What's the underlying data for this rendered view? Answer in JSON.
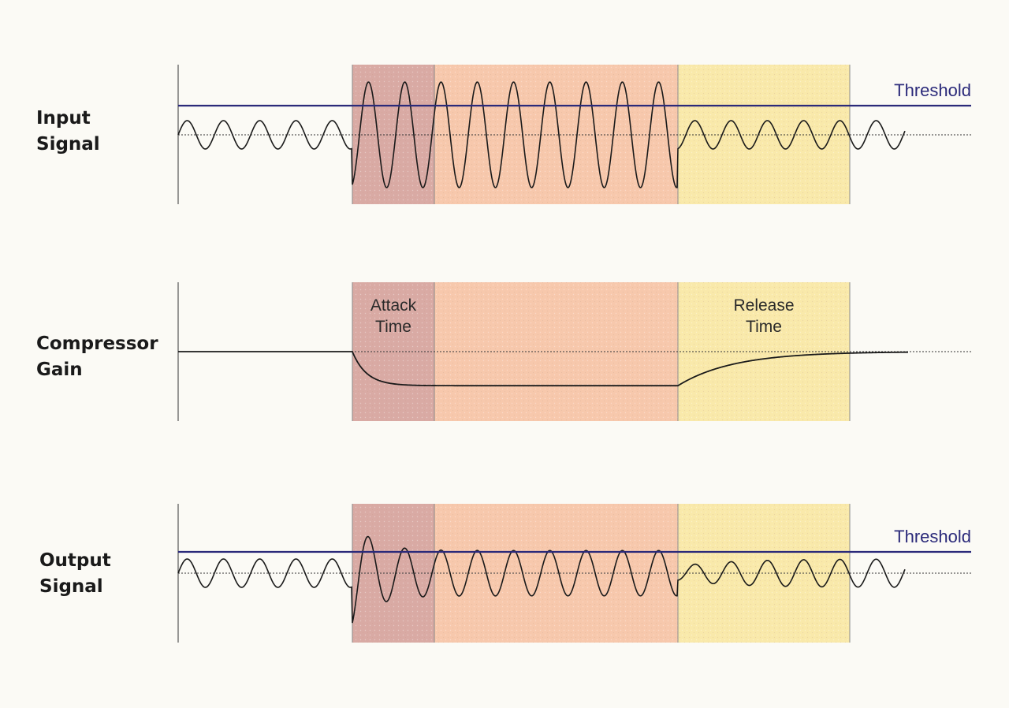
{
  "rows": {
    "input": {
      "label": "Input\nSignal",
      "threshold_label": "Threshold"
    },
    "gain": {
      "label": "Compressor\nGain",
      "attack_label_1": "Attack",
      "attack_label_2": "Time",
      "release_label_1": "Release",
      "release_label_2": "Time"
    },
    "output": {
      "label": "Output\nSignal",
      "threshold_label": "Threshold"
    }
  },
  "colors": {
    "background": "#fbfaf5",
    "attack_region": "#d9aaa4",
    "compressed_region": "#f7c8ac",
    "release_region": "#f9e9aa",
    "threshold_line": "#2b2a7a",
    "waveform": "#1a1a1a"
  }
}
